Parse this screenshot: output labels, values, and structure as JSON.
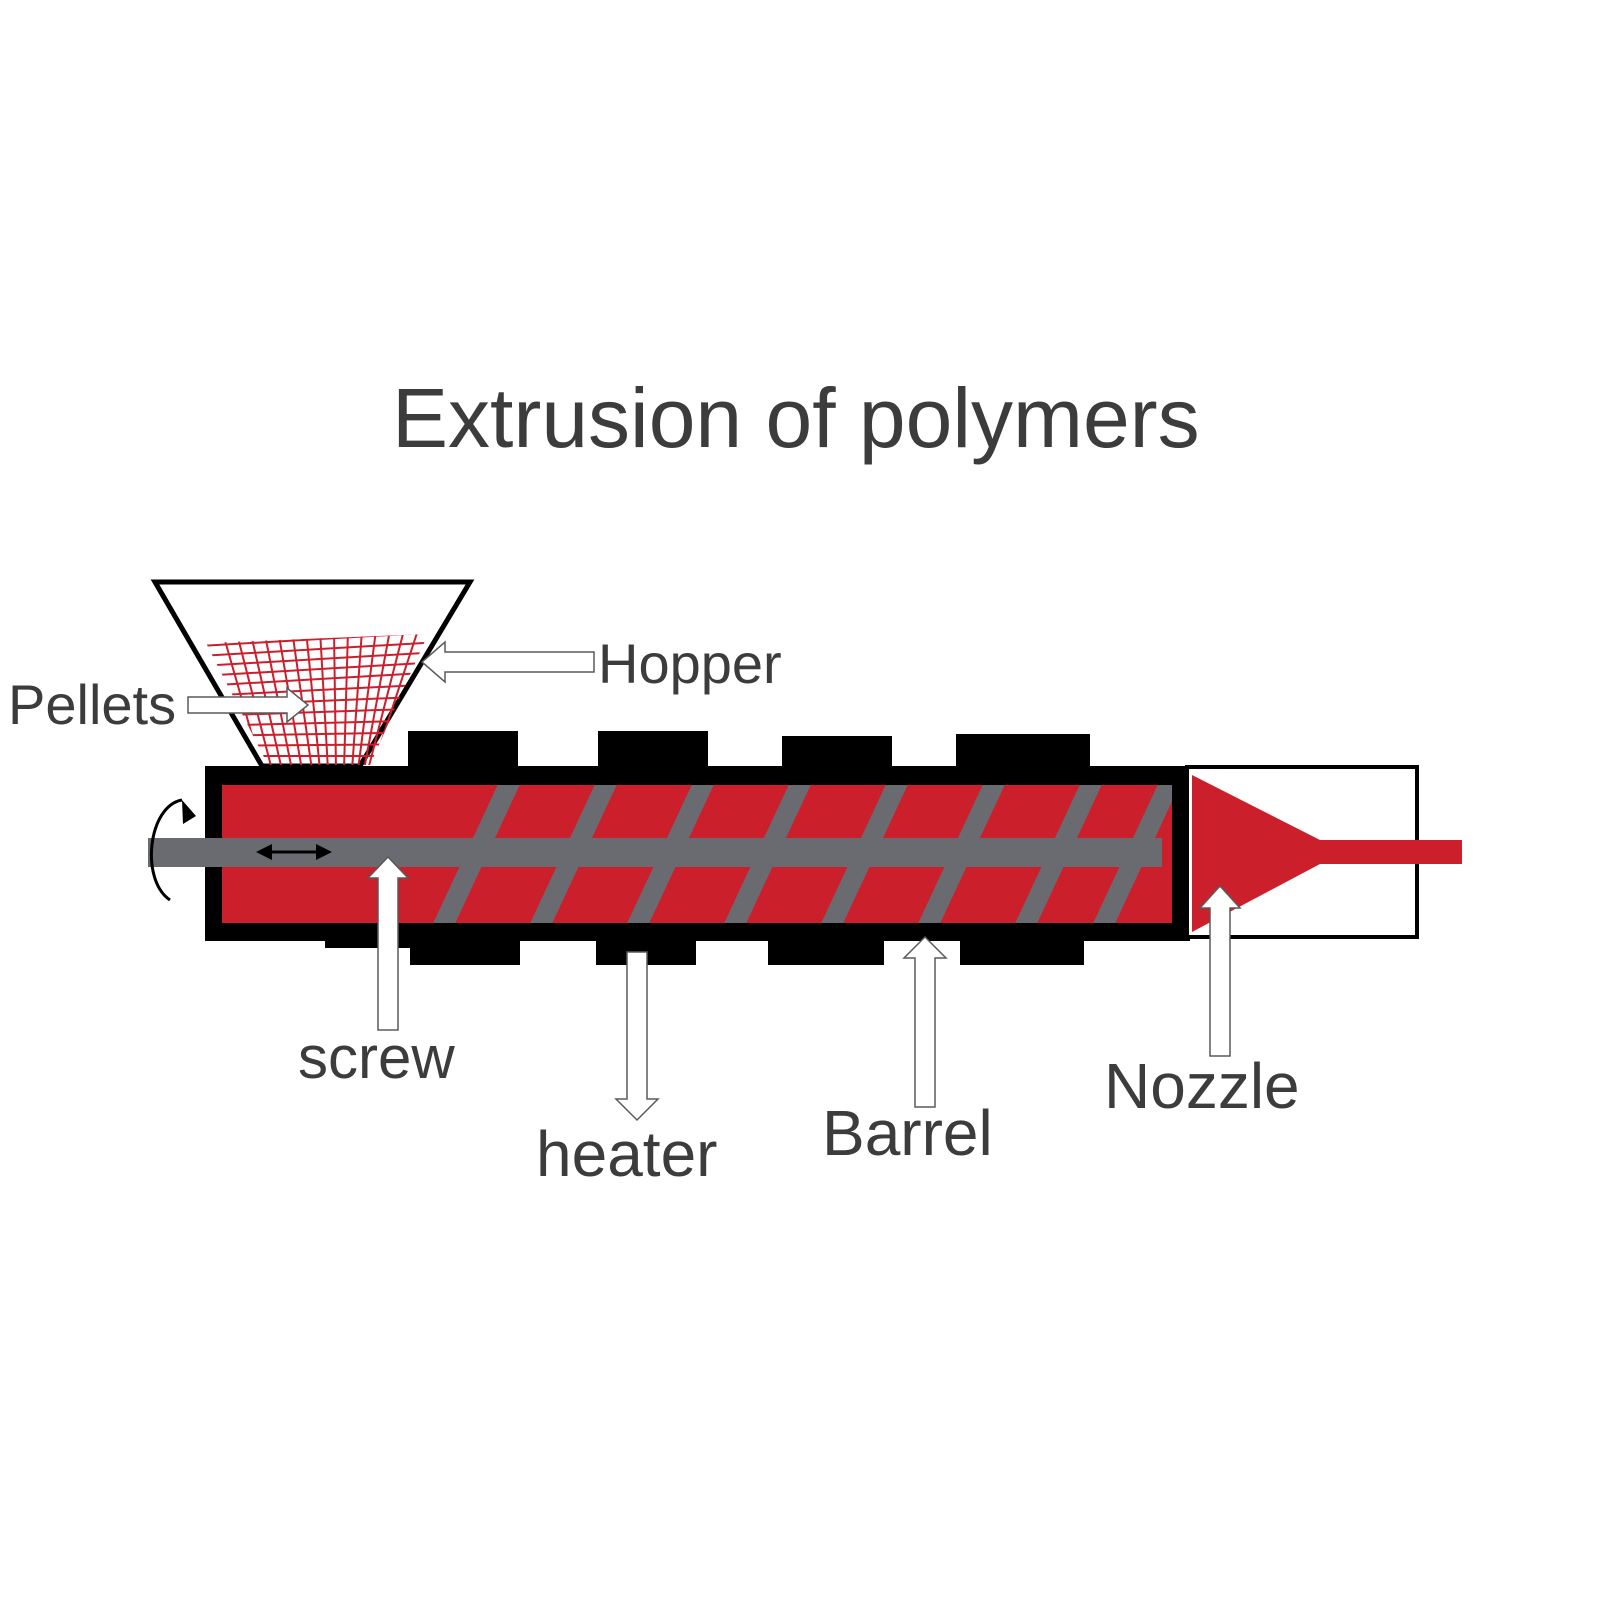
{
  "title": "Extrusion of polymers",
  "labels": {
    "pellets": "Pellets",
    "hopper": "Hopper",
    "screw": "screw",
    "heater": "heater",
    "barrel": "Barrel",
    "nozzle": "Nozzle"
  },
  "colors": {
    "melt": "#cc1f2c",
    "screw": "#6a6b70",
    "barrel": "#000000",
    "text": "#3c3c3c",
    "background": "#ffffff"
  }
}
